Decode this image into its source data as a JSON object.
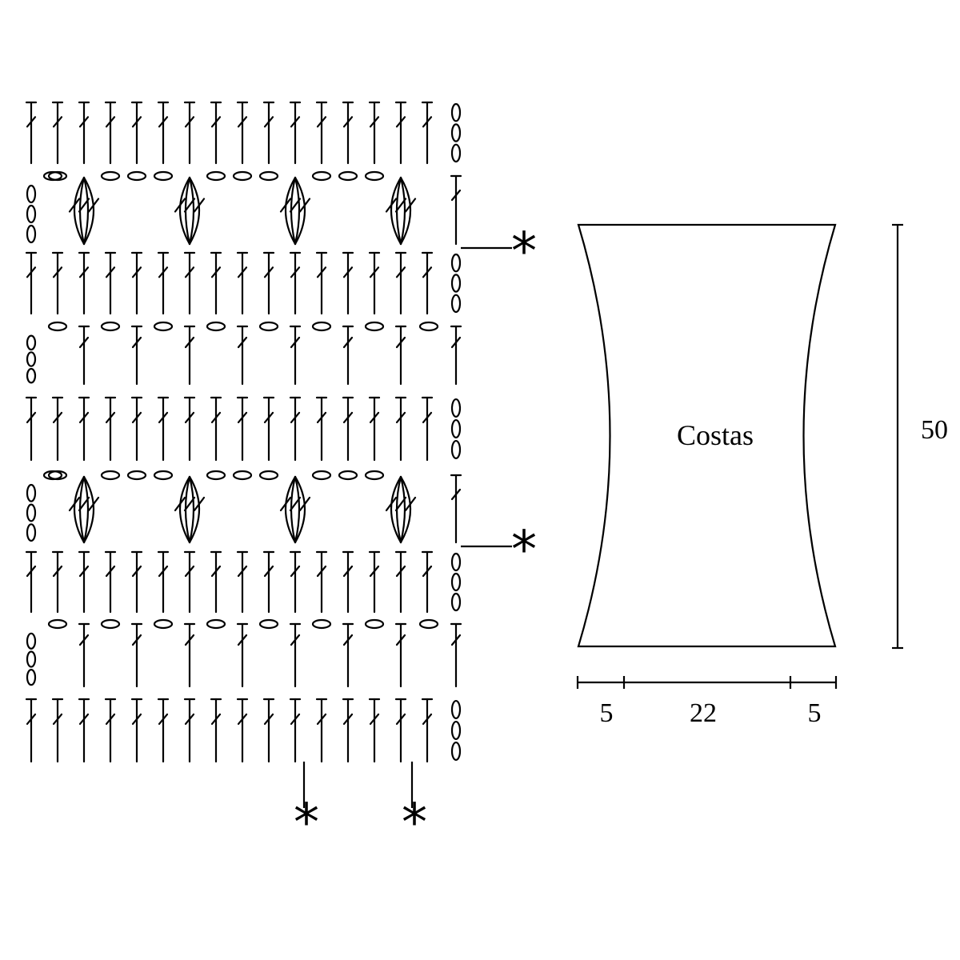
{
  "chart": {
    "symbols": {
      "dc_row": "double-crochet-row",
      "chain": "chain-stitch",
      "cluster": "triple-treble-cluster"
    },
    "repeat_markers": [
      "*",
      "*",
      "*",
      "*"
    ]
  },
  "schematic": {
    "piece_label": "Costas",
    "height_label": "50",
    "width_labels": [
      "5",
      "22",
      "5"
    ]
  },
  "colors": {
    "ink": "#000000",
    "paper": "#ffffff"
  }
}
